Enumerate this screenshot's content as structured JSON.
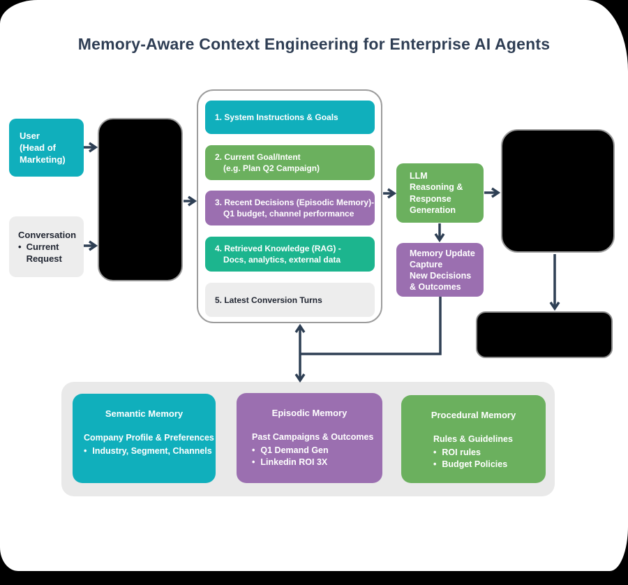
{
  "title": "Memory-Aware Context Engineering for Enterprise AI Agents",
  "colors": {
    "teal": "#10AFBC",
    "emerald": "#1CB58E",
    "green": "#6BB05E",
    "purple": "#9B6FB0",
    "light_gray": "#EDEDED",
    "panel_gray": "#E9E9E9",
    "navy": "#2E3F54",
    "outline_gray": "#9C9C9C",
    "black_fill": "#000000"
  },
  "left_column": {
    "user_box": {
      "lines": [
        "User",
        "(Head of",
        "Marketing)"
      ]
    },
    "conversation_box": {
      "title": "Conversation",
      "bullet": "Current Request"
    }
  },
  "context_window": {
    "items": [
      {
        "line1": "1. System Instructions & Goals",
        "line2": ""
      },
      {
        "line1": "2. Current Goal/Intent",
        "line2": "(e.g. Plan Q2 Campaign)"
      },
      {
        "line1": "3. Recent Decisions (Episodic Memory)-",
        "line2": "Q1 budget, channel performance"
      },
      {
        "line1": "4. Retrieved Knowledge (RAG) -",
        "line2": "Docs, analytics, external data"
      },
      {
        "line1": "5. Latest Conversion Turns",
        "line2": ""
      }
    ]
  },
  "llm_box": {
    "lines": [
      "LLM",
      "Reasoning &",
      "Response",
      "Generation"
    ]
  },
  "memory_update_box": {
    "lines": [
      "Memory Update",
      "Capture",
      "New Decisions",
      "& Outcomes"
    ]
  },
  "memory_store": {
    "semantic": {
      "title": "Semantic Memory",
      "subtitle": "Company Profile & Preferences",
      "bullets": [
        "Industry, Segment, Channels"
      ]
    },
    "episodic": {
      "title": "Episodic Memory",
      "subtitle": "Past Campaigns & Outcomes",
      "bullets": [
        "Q1 Demand Gen",
        "Linkedin ROI 3X"
      ]
    },
    "procedural": {
      "title": "Procedural Memory",
      "subtitle": "Rules & Guidelines",
      "bullets": [
        "ROI rules",
        "Budget Policies"
      ]
    }
  }
}
